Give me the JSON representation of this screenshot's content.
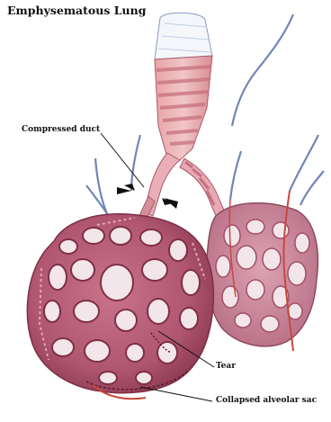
{
  "diagram": {
    "title": "Emphysematous Lung",
    "labels": {
      "compressed_duct": "Compressed duct",
      "tear": "Tear",
      "collapsed_sac": "Collapsed alveolar sac"
    }
  },
  "colors": {
    "tissue": "#b85a74",
    "tissue_light": "#e8b9c4",
    "tissue_dark": "#7e2f47",
    "cavity": "#f3e6ea",
    "airway_ring": "#d99a9a",
    "vein": "#6f86b8",
    "artery": "#c8483b"
  }
}
